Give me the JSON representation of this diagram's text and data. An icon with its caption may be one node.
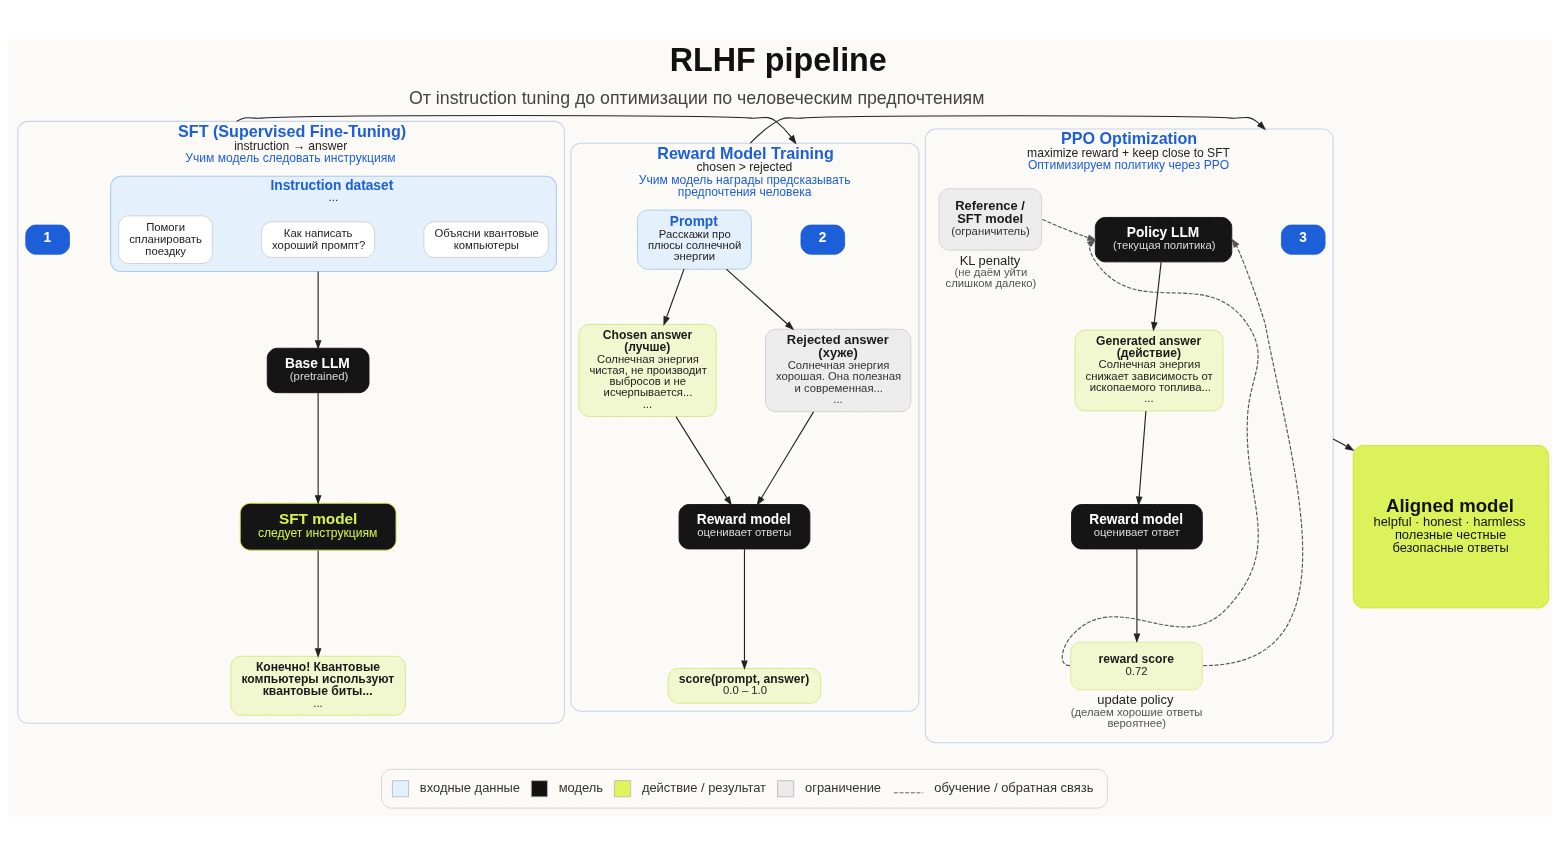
{
  "diagram": {
    "title": "RLHF pipeline",
    "nodes": [
      {
        "text": [
          "SFT (Supervised Fine-Tuning)",
          "instruction → answer",
          "Учим модель следовать инструкциям"
        ]
      },
      {
        "text": [
          "1"
        ],
        "in": 0
      },
      {
        "text": [
          "Instruction dataset",
          "..."
        ],
        "in": 0
      },
      {
        "text": [
          "Объясни квантовые компьютеры"
        ],
        "in": 2
      },
      {
        "text": [
          "Как написать хороший промпт?"
        ],
        "in": 2
      },
      {
        "text": [
          "Помоги спланировать поездку"
        ],
        "in": 2
      },
      {
        "text": [
          "Base LLM",
          "(pretrained)"
        ],
        "in": 0
      },
      {
        "text": [
          "SFT model",
          "следует инструкциям"
        ],
        "in": 0
      },
      {
        "text": [
          "Конечно! Квантовые компьютеры используют квантовые биты...",
          "..."
        ],
        "in": 0
      },
      {
        "text": [
          "Reward Model Training",
          "chosen > rejected",
          "Учим модель награды предсказывать предпочтения человека"
        ]
      },
      {
        "text": [
          "2"
        ],
        "in": 9
      },
      {
        "text": [
          "Prompt",
          "Расскажи про плюсы солнечной энергии"
        ],
        "in": 9
      },
      {
        "text": [
          "Chosen answer (лучше)",
          "Солнечная энергия чистая, не производит выбросов и не исчерпывается...",
          "..."
        ],
        "in": 9
      },
      {
        "text": [
          "Rejected answer (хуже)",
          "Солнечная энергия хорошая. Она полезная и современная...",
          "..."
        ],
        "in": 9
      },
      {
        "text": [
          "Reward model",
          "оценивает ответы"
        ],
        "in": 9
      },
      {
        "text": [
          "score(prompt, answer)",
          "0.0 – 1.0"
        ],
        "in": 9
      },
      {
        "text": [
          "PPO Optimization",
          "maximize reward + keep close to SFT",
          "Оптимизируем политику через PPO"
        ]
      },
      {
        "text": [
          "3"
        ],
        "in": 16
      },
      {
        "text": [
          "Policy LLM",
          "(текущая политика)"
        ],
        "in": 16
      },
      {
        "text": [
          "Generated answer (действие)",
          "Солнечная энергия снижает зависимость от ископаемого топлива...",
          "..."
        ],
        "in": 16
      },
      {
        "text": [
          "Reward model",
          "оценивает ответ"
        ],
        "in": 16
      },
      {
        "text": [
          "reward score",
          "0.72"
        ],
        "in": 16,
        "beside": [
          "update policy",
          "(делаем хорошие ответы вероятнее)"
        ]
      },
      {
        "text": [
          "Reference / SFT model",
          "(ограничитель)"
        ],
        "in": 16,
        "beside": [
          "KL penalty",
          "(не даём уйти слишком далеко)"
        ]
      },
      {
        "text": [
          "Aligned model",
          "helpful · honest · harmless",
          "полезные честные безопасные ответы"
        ]
      }
    ],
    "edges": [
      {
        "from": 2,
        "to": 6,
        "arrow": "to"
      },
      {
        "from": 6,
        "to": 7,
        "arrow": "to"
      },
      {
        "from": 7,
        "to": 8,
        "arrow": "to"
      },
      {
        "from": 0,
        "to": 9,
        "arrow": "to"
      },
      {
        "from": 11,
        "to": 12,
        "arrow": "to"
      },
      {
        "from": 11,
        "to": 13,
        "arrow": "to"
      },
      {
        "from": 12,
        "to": 14,
        "arrow": "to"
      },
      {
        "from": 13,
        "to": 14,
        "arrow": "to"
      },
      {
        "from": 14,
        "to": 15,
        "arrow": "to"
      },
      {
        "from": 9,
        "to": 16,
        "arrow": "to"
      },
      {
        "from": 18,
        "to": 19,
        "arrow": "to"
      },
      {
        "from": 19,
        "to": 20,
        "arrow": "to"
      },
      {
        "from": 20,
        "to": 21,
        "arrow": "to"
      },
      {
        "from": 21,
        "to": 18,
        "arrow": "to",
        "style": "dashed",
        "color": "#555555"
      },
      {
        "from": 21,
        "to": 18,
        "arrow": "to",
        "style": "dashed",
        "color": "#555555"
      },
      {
        "from": 22,
        "to": 18,
        "arrow": "to",
        "style": "dashed",
        "color": "#555555"
      },
      {
        "from": 16,
        "to": 23,
        "arrow": "to"
      }
    ],
    "labels": [
      "От instruction tuning до оптимизации по человеческим предпочтениям"
    ],
    "legend": [
      {
        "text": "входные данные",
        "color": "#e3f0fd"
      },
      {
        "text": "модель",
        "color": "#111111"
      },
      {
        "text": "действие / результат",
        "color": "#dff55a"
      },
      {
        "text": "ограничение",
        "color": "#eaeaea"
      },
      {
        "text": "обучение / обратная связь"
      }
    ]
  }
}
